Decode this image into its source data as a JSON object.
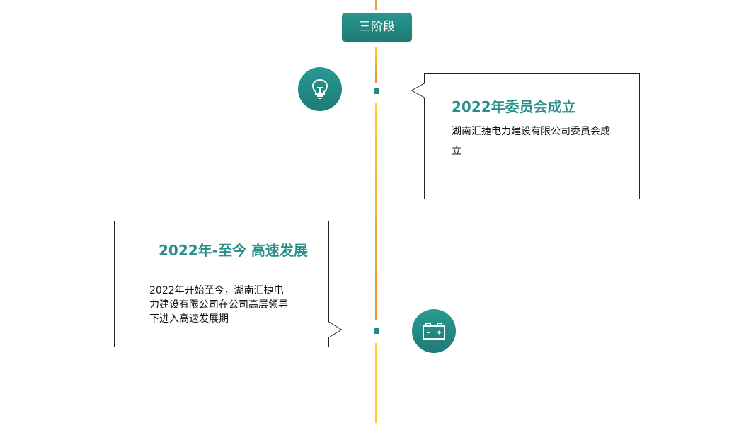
{
  "stage": {
    "label": "三阶段"
  },
  "timeline": {
    "line_colors": {
      "top": "#fbd02a",
      "bottom": "#f08a3c"
    },
    "accent": "#24878a"
  },
  "events": [
    {
      "icon": "lightbulb-icon",
      "title": "2022年委员会成立",
      "body": "湖南汇捷电力建设有限公司委员会成立",
      "side": "right"
    },
    {
      "icon": "battery-icon",
      "title": "2022年-至今 高速发展",
      "body": "2022年开始至今，湖南汇捷电力建设有限公司在公司高层领导下进入高速发展期",
      "side": "left"
    }
  ]
}
